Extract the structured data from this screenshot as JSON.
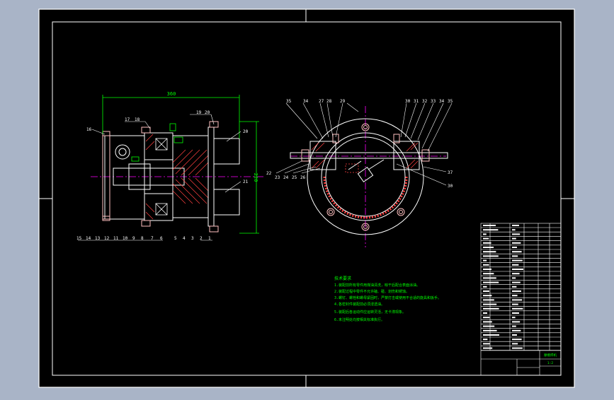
{
  "colors": {
    "viewport_bg": "#a9b4c7",
    "sheet": "#000000",
    "frame": "#ffffff",
    "dimension": "#00ff00",
    "centerline": "#ff00ff",
    "hatch": "#ff4040",
    "part": "#ffffff",
    "bolt": "#ffc0c0"
  },
  "front_view": {
    "overall_length": "360",
    "width_dim": "220",
    "callouts_top": [
      "17",
      "18",
      "19",
      "20"
    ],
    "callouts_left": [
      "16"
    ],
    "callouts_right": [
      "20",
      "21",
      "22"
    ],
    "callouts_bottom": [
      "15",
      "14",
      "13",
      "12",
      "11",
      "10",
      "9",
      "8",
      "7",
      "6",
      "5",
      "4",
      "3",
      "2",
      "1"
    ]
  },
  "side_view": {
    "callouts_top_left": [
      "35",
      "34",
      "27",
      "28",
      "29"
    ],
    "callouts_top_right": [
      "30",
      "31",
      "32",
      "33",
      "34",
      "35"
    ],
    "callouts_left": [
      "23",
      "24",
      "25",
      "26"
    ],
    "callouts_right": [
      "37",
      "30"
    ]
  },
  "notes": {
    "title": "技术要求",
    "lines": [
      "1.装配前所有零件用煤油清洗，晾干后配合表面涂油。",
      "2.装配过程中零件不允许磕、碰、划伤和锈蚀。",
      "3.螺钉、螺栓和螺母紧固时，严禁打击或使用不合适的旋具和扳手。",
      "4.各密封件装配前必须浸透油。",
      "5.装配后各运动件应运转灵活，无卡滞现象。",
      "6.未注明处均按相关标准执行。"
    ]
  },
  "title_block": {
    "part_name": "摩擦焊机",
    "scale": "1:2"
  }
}
